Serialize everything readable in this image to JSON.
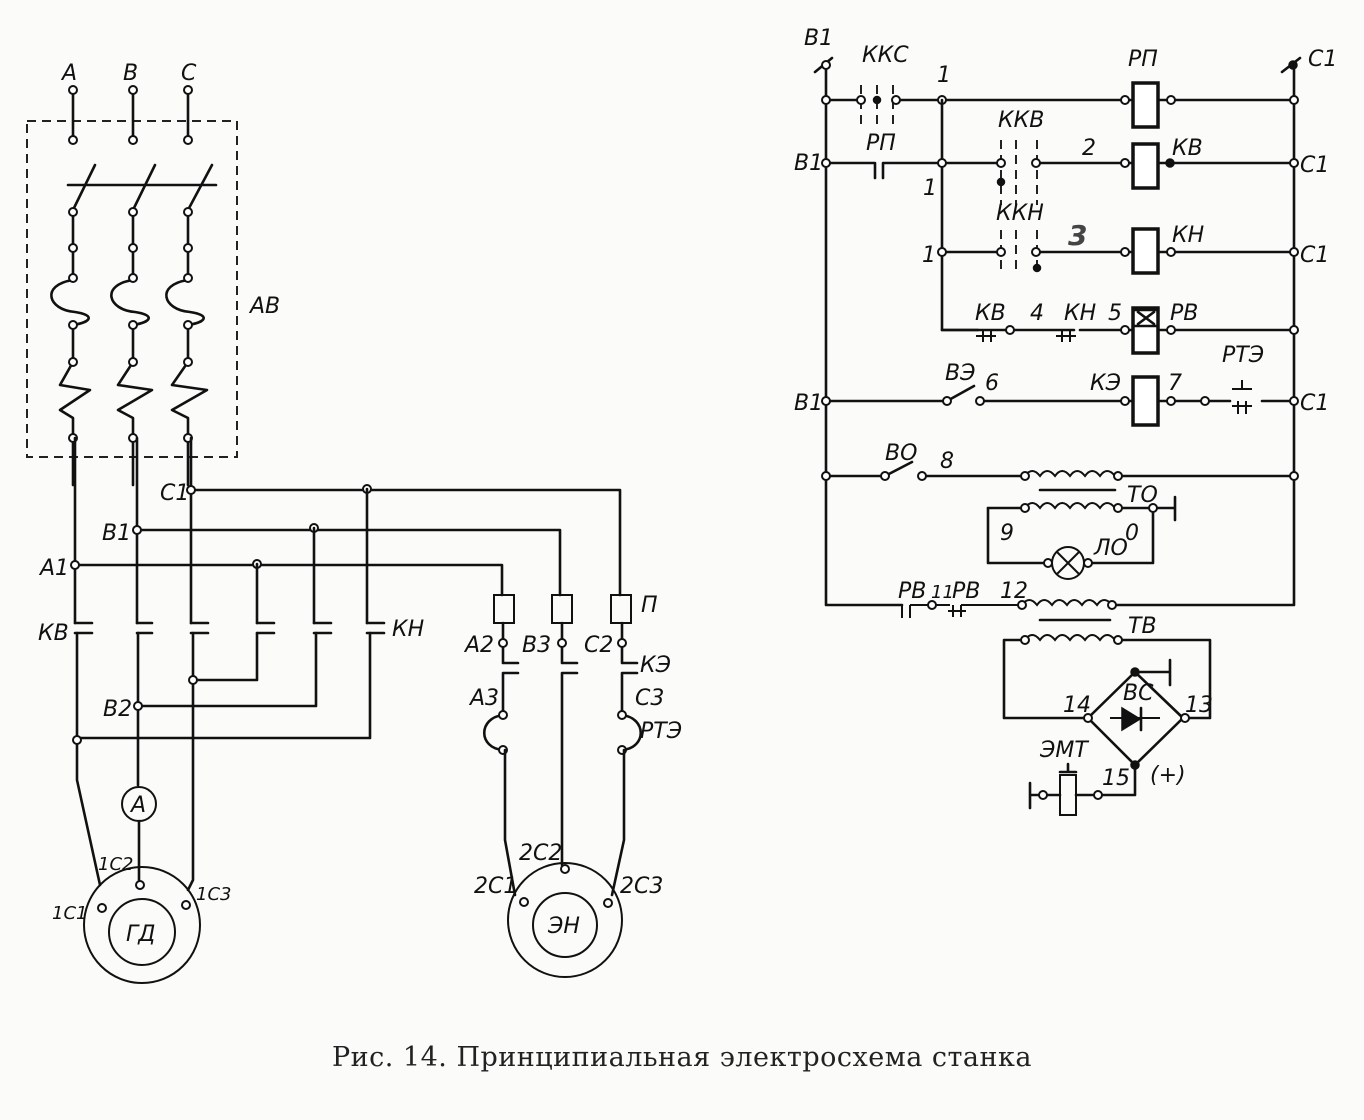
{
  "caption": "Рис. 14. Принципиальная электросхема станка",
  "power_circuit": {
    "phases": [
      "A",
      "B",
      "C"
    ],
    "breaker_label": "АВ",
    "bus_labels": {
      "a1": "A1",
      "b1": "B1",
      "c1": "C1",
      "b2": "B2"
    },
    "contactor_left": "КВ",
    "contactor_right": "КН",
    "ammeter": "A",
    "main_motor": {
      "label": "ГД",
      "terminals": [
        "1С1",
        "1С2",
        "1С3"
      ]
    },
    "fuse_label": "П",
    "pump_branch": {
      "terminals_top": [
        "A2",
        "B3",
        "C2"
      ],
      "contactor": "КЭ",
      "terminals_mid": [
        "A3",
        "C3"
      ],
      "thermal_relay": "РТЭ"
    },
    "pump_motor": {
      "label": "ЭН",
      "terminals": [
        "2С1",
        "2С2",
        "2С3"
      ]
    }
  },
  "control_circuit": {
    "left_rail": "B1",
    "right_rail": "C1",
    "rows": [
      {
        "left": "B1",
        "contact": "ККС",
        "node": "1",
        "coil": "РП",
        "right": "C1"
      },
      {
        "left": "B1",
        "contact": "РП",
        "node": "1",
        "switch": "ККВ",
        "wire": "2",
        "coil": "КВ",
        "right": "C1"
      },
      {
        "node": "1",
        "switch": "ККН",
        "wire": "3",
        "coil": "КН",
        "right": "C1"
      },
      {
        "contact1": "КВ",
        "wire1": "4",
        "contact2": "КН",
        "wire2": "5",
        "coil": "РВ"
      },
      {
        "left": "B1",
        "switch": "ВЭ",
        "wire": "6",
        "coil": "КЭ",
        "wire2": "7",
        "contact": "РТЭ",
        "right": "C1"
      },
      {
        "switch": "ВО",
        "wire": "8",
        "transformer": "ТО",
        "sec_wires": [
          "9",
          "0"
        ],
        "lamp": "ЛО"
      },
      {
        "contact1": "РВ",
        "wire1": "11",
        "contact2": "РВ",
        "wire2": "12",
        "transformer": "ТВ"
      },
      {
        "rectifier": "ВС",
        "nodes": [
          "14",
          "13",
          "15"
        ],
        "polarity": "(+)",
        "brake": "ЭМТ"
      }
    ]
  }
}
